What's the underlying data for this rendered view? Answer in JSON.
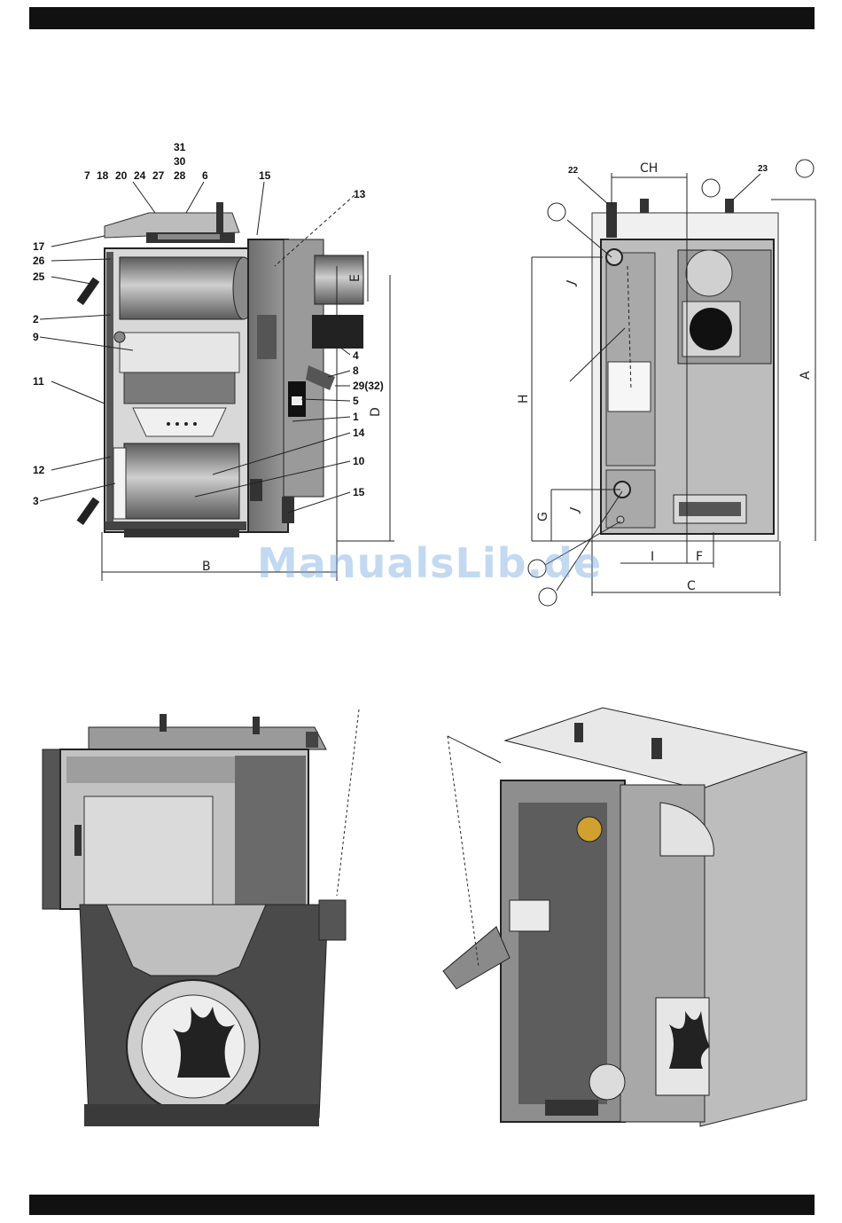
{
  "watermark": "ManualsLib.de",
  "front_view": {
    "callouts": {
      "c31": "31",
      "c30": "30",
      "c28": "28",
      "c7": "7",
      "c18": "18",
      "c20": "20",
      "c24": "24",
      "c27": "27",
      "c6": "6",
      "c15a": "15",
      "c13": "13",
      "c17": "17",
      "c26": "26",
      "c25": "25",
      "c2": "2",
      "c9": "9",
      "c11": "11",
      "c12": "12",
      "c3": "3",
      "c4": "4",
      "c8": "8",
      "c29": "29(32)",
      "c5": "5",
      "c1": "1",
      "c14": "14",
      "c10": "10",
      "c15b": "15"
    },
    "dims": {
      "b": "B",
      "d": "D",
      "e": "E"
    }
  },
  "rear_view": {
    "callouts": {
      "c22": "22",
      "c23": "23"
    },
    "dims": {
      "ch": "CH",
      "a": "A",
      "h": "H",
      "g": "G",
      "i": "I",
      "f": "F",
      "c": "C",
      "j1": "J",
      "j2": "J"
    }
  },
  "colors": {
    "bar": "#111111",
    "steel": "#7a7a7a",
    "dark": "#3a3a3a",
    "light": "#cfcfcf"
  }
}
